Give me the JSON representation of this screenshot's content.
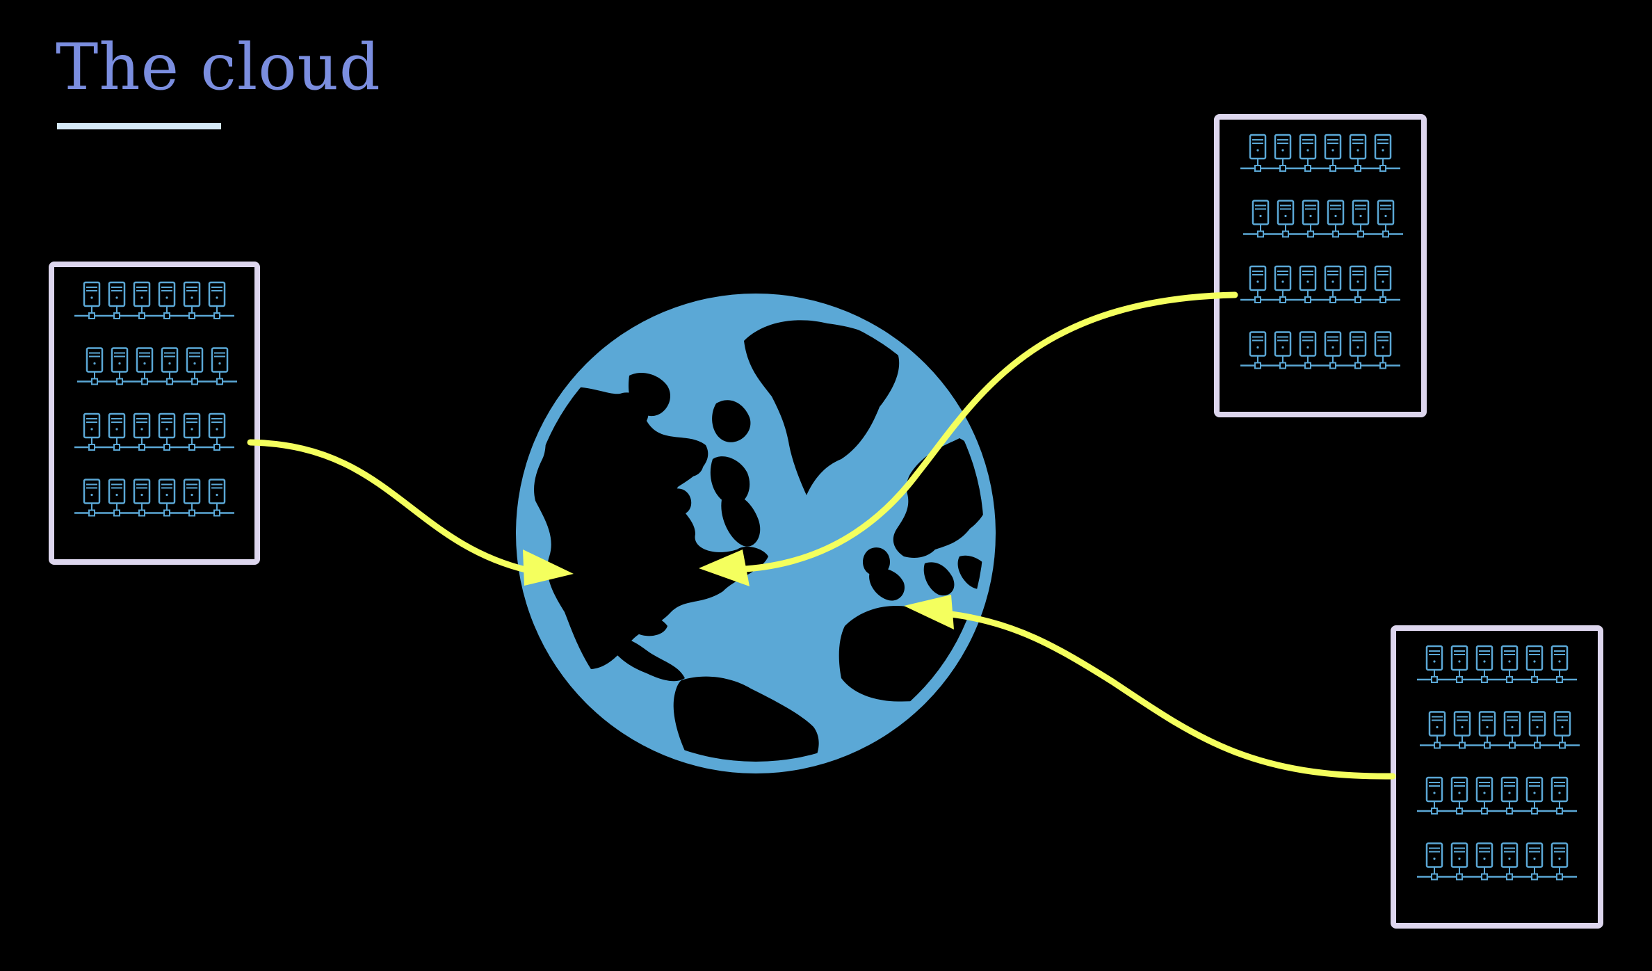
{
  "slide": {
    "title": "The cloud"
  },
  "colors": {
    "background": "#000000",
    "title": "#7b8ee0",
    "underline": "#d6e9f7",
    "rack_border": "#ddd6ee",
    "server_icon": "#5ba8d6",
    "globe_ocean": "#5ba8d6",
    "globe_land": "#000000",
    "arrow": "#f4ff5e"
  },
  "icons": {
    "datacenter": "server-rack-icon",
    "server": "server-tower-icon",
    "globe": "globe-icon"
  },
  "datacenters": [
    {
      "id": "left",
      "server_rows": 4,
      "servers_per_row": 6
    },
    {
      "id": "top-right",
      "server_rows": 4,
      "servers_per_row": 6
    },
    {
      "id": "bottom-right",
      "server_rows": 4,
      "servers_per_row": 6
    }
  ],
  "connections": [
    {
      "from": "left",
      "to": "globe"
    },
    {
      "from": "top-right",
      "to": "globe"
    },
    {
      "from": "bottom-right",
      "to": "globe"
    }
  ]
}
